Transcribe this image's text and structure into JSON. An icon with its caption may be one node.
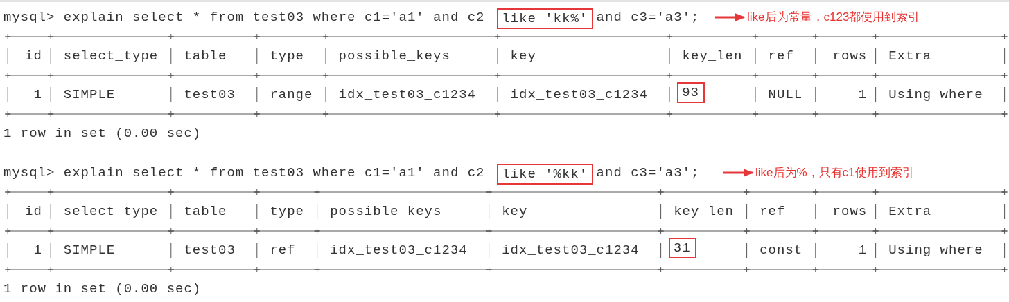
{
  "diagram": {
    "nodes": [
      {
        "text": [
          "like 'kk%'"
        ]
      },
      {
        "text": [
          "like后为常量，c123都使用到索引"
        ]
      },
      {
        "text": [
          "93"
        ]
      },
      {
        "text": [
          "like '%kk'"
        ]
      },
      {
        "text": [
          "like后为%，只有c1使用到索引"
        ]
      },
      {
        "text": [
          "31"
        ]
      }
    ],
    "edges": [
      {
        "from": null,
        "to": 1,
        "arrow": "to"
      },
      {
        "from": null,
        "to": 4,
        "arrow": "to"
      }
    ],
    "labels": [
      "mysql> explain select * from test03 where c1='a1' and c2",
      "and c3='a3';",
      "id",
      "select_type",
      "table",
      "type",
      "possible_keys",
      "key",
      "key_len",
      "ref",
      "rows",
      "Extra",
      "1",
      "SIMPLE",
      "test03",
      "range",
      "idx_test03_c1234",
      "idx_test03_c1234",
      "NULL",
      "1",
      "Using where",
      "1 row in set (0.00 sec)",
      "mysql> explain select * from test03 where c1='a1' and c2",
      "and c3='a3';",
      "id",
      "select_type",
      "table",
      "type",
      "possible_keys",
      "key",
      "key_len",
      "ref",
      "rows",
      "Extra",
      "1",
      "SIMPLE",
      "test03",
      "ref",
      "idx_test03_c1234",
      "idx_test03_c1234",
      "const",
      "1",
      "Using where",
      "1 row in set (0.00 sec)"
    ]
  }
}
